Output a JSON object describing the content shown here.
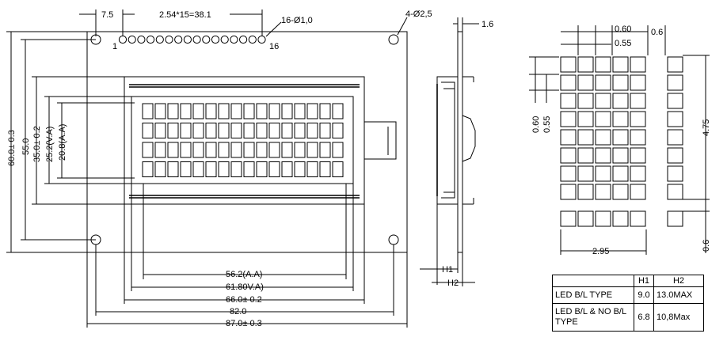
{
  "top_dims": {
    "left_offset": "7.5",
    "pin_pitch": "2.54*15=38.1",
    "pin_holes": "16-Ø1,0",
    "mount_holes": "4-Ø2,5",
    "side_thickness": "1.6",
    "pin_first": "1",
    "pin_last": "16"
  },
  "left_dims": {
    "outer_height": "60.0± 0.3",
    "pcb_height": "55.0",
    "bezel_height": "35.0± 0.2",
    "va_height": "25.2(V.A)",
    "aa_height": "20.8(A.A)"
  },
  "bottom_dims": {
    "aa_width": "56.2(A.A)",
    "va_width": "61.80V.A)",
    "bezel_width": "66.0± 0.2",
    "pcb_width": "82.0",
    "outer_width": "87.0± 0.3"
  },
  "side_view": {
    "h1": "H1",
    "h2": "H2"
  },
  "char_detail": {
    "dot_pitch": "0.60",
    "dot_size": "0.55",
    "char_gap": "0.6",
    "v_pitch": "0.60",
    "v_size": "0.55",
    "char_height": "4.75",
    "underline_height": "0.6",
    "char_width": "2.95"
  },
  "spec_table": {
    "headers": [
      "",
      "H1",
      "H2"
    ],
    "rows": [
      {
        "label": "LED B/L TYPE",
        "h1": "9.0",
        "h2": "13.0MAX"
      },
      {
        "label": "LED B/L & NO B/L TYPE",
        "h1": "6.8",
        "h2": "10,8Max"
      }
    ]
  }
}
